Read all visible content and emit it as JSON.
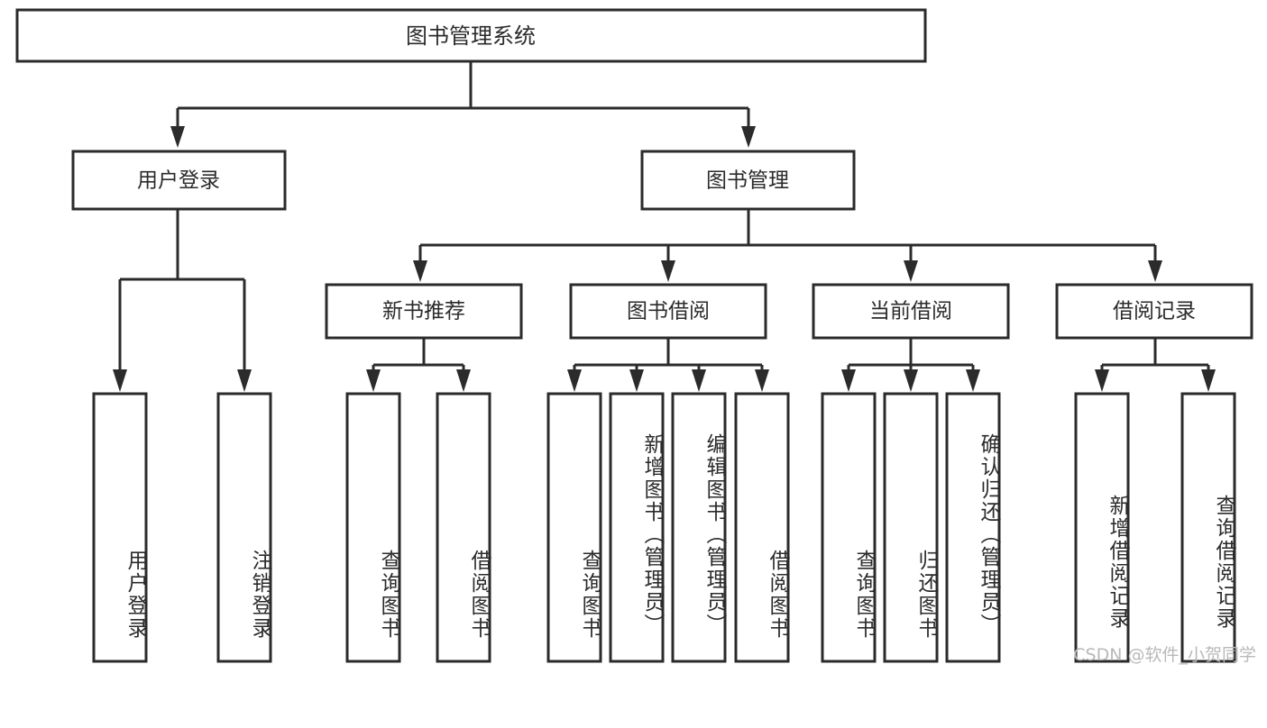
{
  "diagram": {
    "type": "tree",
    "title": "图书管理系统",
    "watermark": "CSDN @软件_小贺同学",
    "colors": {
      "stroke": "#2b2b2b",
      "fill": "#ffffff",
      "text": "#2b2b2b",
      "watermark": "#b9b9b9"
    },
    "root": {
      "label": "图书管理系统"
    },
    "level2": [
      {
        "label": "用户登录"
      },
      {
        "label": "图书管理"
      }
    ],
    "level3": [
      {
        "label": "新书推荐"
      },
      {
        "label": "图书借阅"
      },
      {
        "label": "当前借阅"
      },
      {
        "label": "借阅记录"
      }
    ],
    "leaves": [
      {
        "label": "用户登录",
        "parent": "用户登录"
      },
      {
        "label": "注销登录",
        "parent": "用户登录"
      },
      {
        "label": "查询图书",
        "parent": "新书推荐"
      },
      {
        "label": "借阅图书",
        "parent": "新书推荐"
      },
      {
        "label": "查询图书",
        "parent": "图书借阅"
      },
      {
        "label": "新增图书（管理员）",
        "parent": "图书借阅"
      },
      {
        "label": "编辑图书（管理员）",
        "parent": "图书借阅"
      },
      {
        "label": "借阅图书",
        "parent": "图书借阅"
      },
      {
        "label": "查询图书",
        "parent": "当前借阅"
      },
      {
        "label": "归还图书",
        "parent": "当前借阅"
      },
      {
        "label": "确认归还（管理员）",
        "parent": "当前借阅"
      },
      {
        "label": "新增借阅记录",
        "parent": "借阅记录"
      },
      {
        "label": "查询借阅记录",
        "parent": "借阅记录"
      }
    ]
  }
}
